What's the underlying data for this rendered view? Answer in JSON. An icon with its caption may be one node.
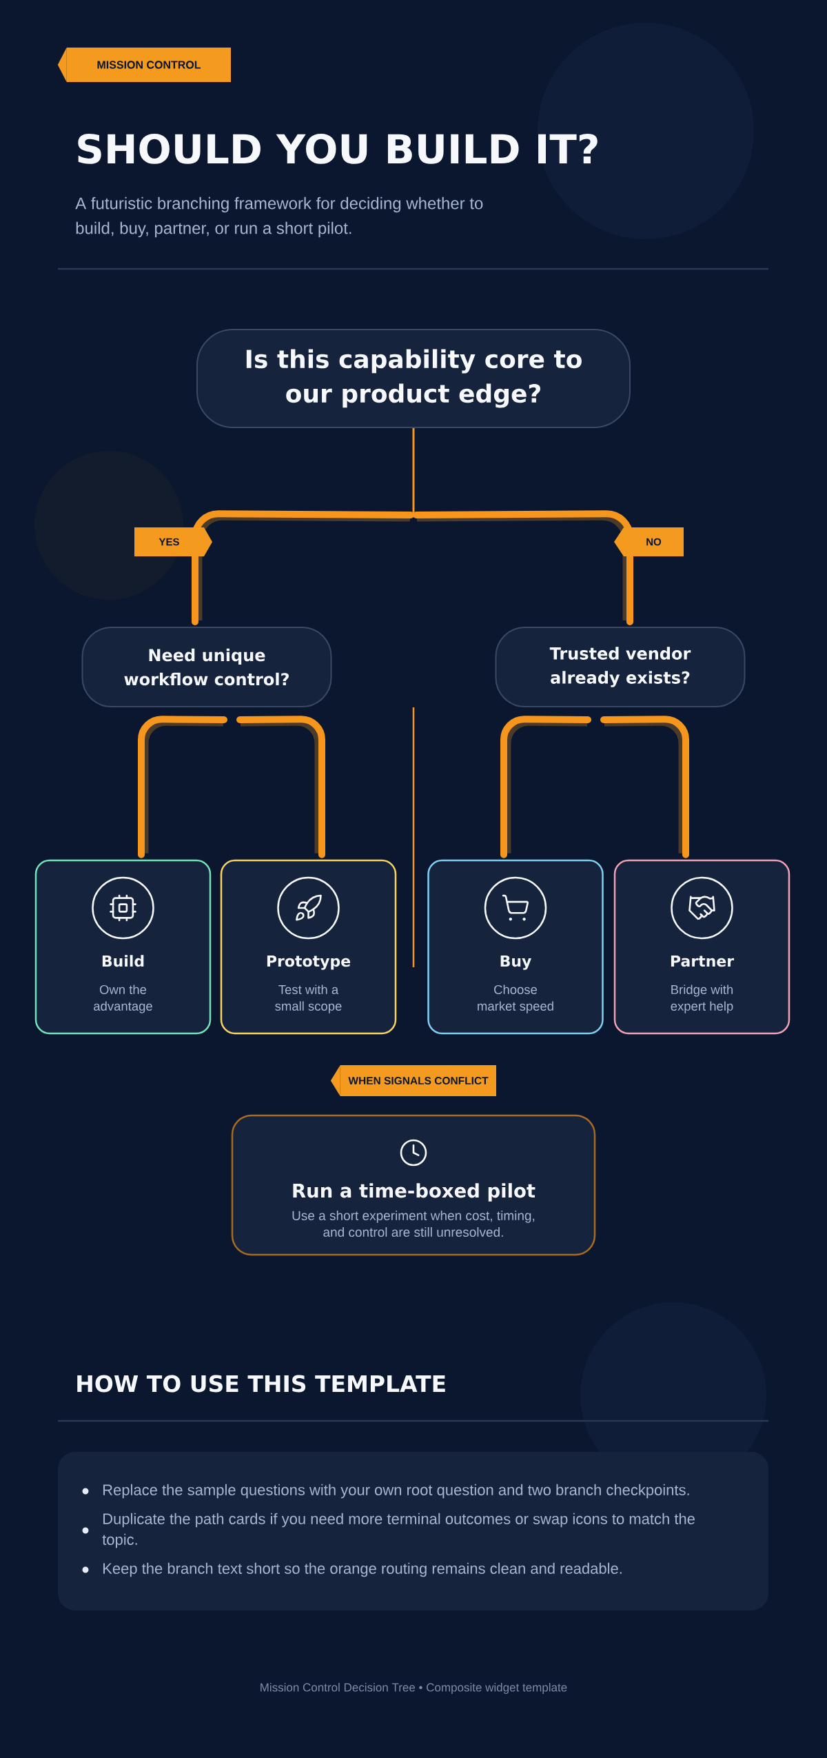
{
  "diagram": {
    "title": "SHOULD YOU BUILD IT?",
    "nodes": [
      {
        "text": [
          "MISSION CONTROL"
        ]
      },
      {
        "text": [
          "Is this capability core to our product edge?"
        ]
      },
      {
        "text": [
          "Need unique workflow control?"
        ]
      },
      {
        "text": [
          "Trusted vendor already exists?"
        ]
      },
      {
        "text": [
          "Build",
          "Own the advantage"
        ]
      },
      {
        "text": [
          "Prototype",
          "Test with a small scope"
        ]
      },
      {
        "text": [
          "Buy",
          "Choose market speed"
        ]
      },
      {
        "text": [
          "Partner",
          "Bridge with expert help"
        ]
      },
      {
        "text": [
          "WHEN SIGNALS CONFLICT"
        ]
      },
      {
        "text": [
          "Run a time-boxed pilot",
          "Use a short experiment when cost, timing, and control are still unresolved."
        ]
      },
      {
        "text": [
          "HOW TO USE THIS TEMPLATE",
          "Replace the sample questions with your own root question and two branch checkpoints.",
          "Duplicate the path cards if you need more terminal outcomes or swap icons to match the topic.",
          "Keep the branch text short so the orange routing remains clean and readable."
        ]
      }
    ],
    "edges": [
      {
        "from": 1,
        "to": 2,
        "arrow": "none",
        "label": "YES"
      },
      {
        "from": 1,
        "to": 3,
        "arrow": "none",
        "label": "NO"
      },
      {
        "from": 2,
        "to": 4,
        "arrow": "none"
      },
      {
        "from": 2,
        "to": 5,
        "arrow": "none"
      },
      {
        "from": 3,
        "to": 6,
        "arrow": "none"
      },
      {
        "from": 3,
        "to": 7,
        "arrow": "none"
      }
    ],
    "labels": [
      "A futuristic branching framework for deciding whether to build, buy, partner, or run a short pilot.",
      "Mission Control Decision Tree • Composite widget template"
    ]
  }
}
